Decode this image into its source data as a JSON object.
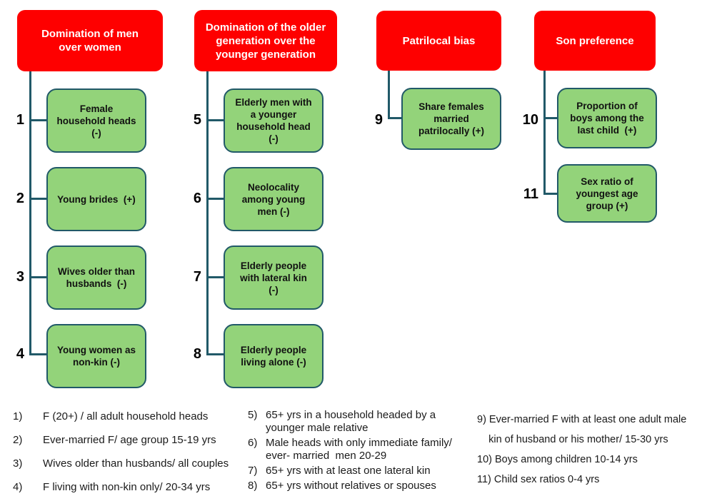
{
  "colors": {
    "header_bg": "#FE0000",
    "header_text": "#FFFFFF",
    "box_bg": "#93D37A",
    "box_border": "#215968",
    "connector": "#215968",
    "text": "#111111",
    "background": "#FFFFFF"
  },
  "diagram": {
    "columns": [
      {
        "header": "Domination of men\nover women",
        "items": [
          {
            "num": "1",
            "label": "Female\nhousehold heads\n(-)"
          },
          {
            "num": "2",
            "label": "Young brides  (+)"
          },
          {
            "num": "3",
            "label": "Wives older than\nhusbands  (-)"
          },
          {
            "num": "4",
            "label": "Young women as\nnon-kin (-)"
          }
        ]
      },
      {
        "header": "Domination of the older\ngeneration over the\nyounger generation",
        "items": [
          {
            "num": "5",
            "label": "Elderly men with\na younger\nhousehold head\n(-)"
          },
          {
            "num": "6",
            "label": "Neolocality\namong young\nmen (-)"
          },
          {
            "num": "7",
            "label": "Elderly people\nwith lateral kin\n(-)"
          },
          {
            "num": "8",
            "label": "Elderly people\nliving alone (-)"
          }
        ]
      },
      {
        "header": "Patrilocal bias",
        "items": [
          {
            "num": "9",
            "label": "Share females\nmarried\npatrilocally (+)"
          }
        ]
      },
      {
        "header": "Son preference",
        "items": [
          {
            "num": "10",
            "label": "Proportion of\nboys among the\nlast child  (+)"
          },
          {
            "num": "11",
            "label": "Sex ratio of\nyoungest age\ngroup (+)"
          }
        ]
      }
    ]
  },
  "footnotes": {
    "left": [
      {
        "num": "1)",
        "text": "F (20+) / all adult household heads"
      },
      {
        "num": "2)",
        "text": "Ever-married F/ age group 15-19 yrs"
      },
      {
        "num": "3)",
        "text": "Wives older than husbands/ all couples"
      },
      {
        "num": "4)",
        "text": "F living with non-kin only/ 20-34 yrs"
      }
    ],
    "middle": [
      {
        "num": "5)",
        "text": "65+ yrs in a household headed by a\nyounger male relative"
      },
      {
        "num": "6)",
        "text": "Male heads with only immediate family/\never- married  men 20-29"
      },
      {
        "num": "7)",
        "text": "65+ yrs with at least one lateral kin"
      },
      {
        "num": "8)",
        "text": "65+ yrs without relatives or spouses"
      }
    ],
    "right": [
      {
        "text": "9) Ever-married F with at least one adult male\n    kin of husband or his mother/ 15-30 yrs"
      },
      {
        "text": "10) Boys among children 10-14 yrs"
      },
      {
        "text": "11) Child sex ratios 0-4 yrs"
      }
    ]
  }
}
